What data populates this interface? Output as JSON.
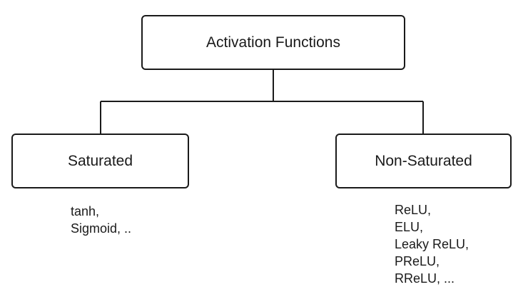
{
  "diagram": {
    "root": {
      "label": "Activation Functions"
    },
    "branches": [
      {
        "label": "Saturated",
        "examples": [
          "tanh,",
          "Sigmoid, .."
        ]
      },
      {
        "label": "Non-Saturated",
        "examples": [
          "ReLU,",
          "ELU,",
          "Leaky ReLU,",
          "PReLU,",
          "RReLU, ..."
        ]
      }
    ]
  },
  "colors": {
    "stroke": "#1a1a1a",
    "background": "#ffffff"
  }
}
